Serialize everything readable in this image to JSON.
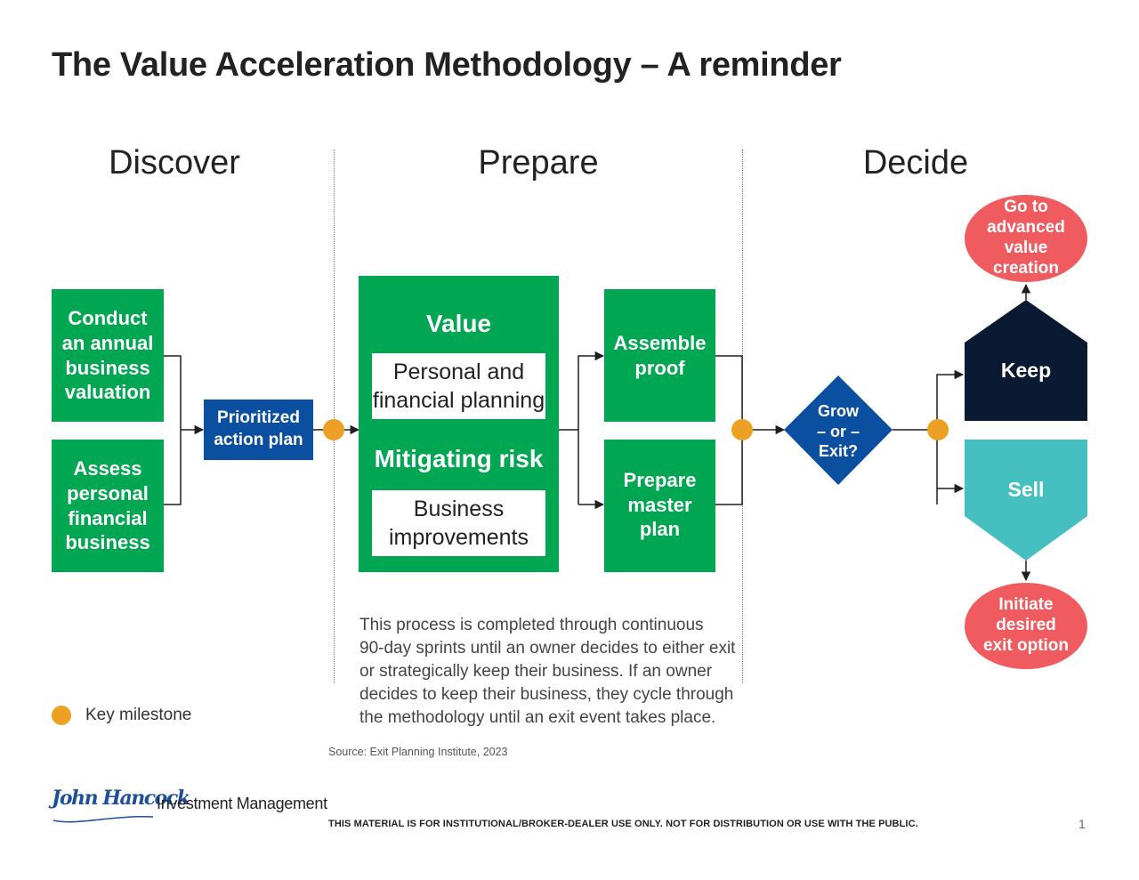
{
  "title": "The Value Acceleration Methodology – A reminder",
  "phases": {
    "discover": "Discover",
    "prepare": "Prepare",
    "decide": "Decide"
  },
  "discover": {
    "box1": [
      "Conduct",
      "an annual",
      "business",
      "valuation"
    ],
    "box2": [
      "Assess",
      "personal",
      "financial",
      "business"
    ],
    "plan": [
      "Prioritized",
      "action plan"
    ]
  },
  "prepare": {
    "value_heading": "Value",
    "value_sub": [
      "Personal and",
      "financial planning"
    ],
    "risk_heading": "Mitigating risk",
    "risk_sub": [
      "Business",
      "improvements"
    ],
    "assemble": [
      "Assemble",
      "proof"
    ],
    "master": [
      "Prepare",
      "master",
      "plan"
    ]
  },
  "decide": {
    "diamond": [
      "Grow",
      "– or –",
      "Exit?"
    ],
    "keep": "Keep",
    "sell": "Sell",
    "go_to": [
      "Go to",
      "advanced value",
      "creation"
    ],
    "initiate": [
      "Initiate",
      "desired",
      "exit option"
    ]
  },
  "legend": {
    "milestone_label": "Key milestone"
  },
  "description": [
    "This process is completed through continuous",
    "90-day sprints until an owner decides to either exit",
    "or strategically keep their business. If an owner",
    "decides to keep their business, they cycle through",
    "the methodology until an exit event takes place."
  ],
  "source": "Source: Exit Planning Institute, 2023",
  "disclaimer": "THIS MATERIAL IS FOR INSTITUTIONAL/BROKER-DEALER USE ONLY. NOT FOR DISTRIBUTION OR USE WITH THE PUBLIC.",
  "page_number": "1",
  "logo": {
    "signature": "John Hancock",
    "text": "Investment Management"
  },
  "colors": {
    "green": "#00a651",
    "blue": "#0b50a0",
    "navy": "#0a1a33",
    "teal": "#45bfbf",
    "coral": "#ef5b5e",
    "milestone": "#eda124"
  }
}
